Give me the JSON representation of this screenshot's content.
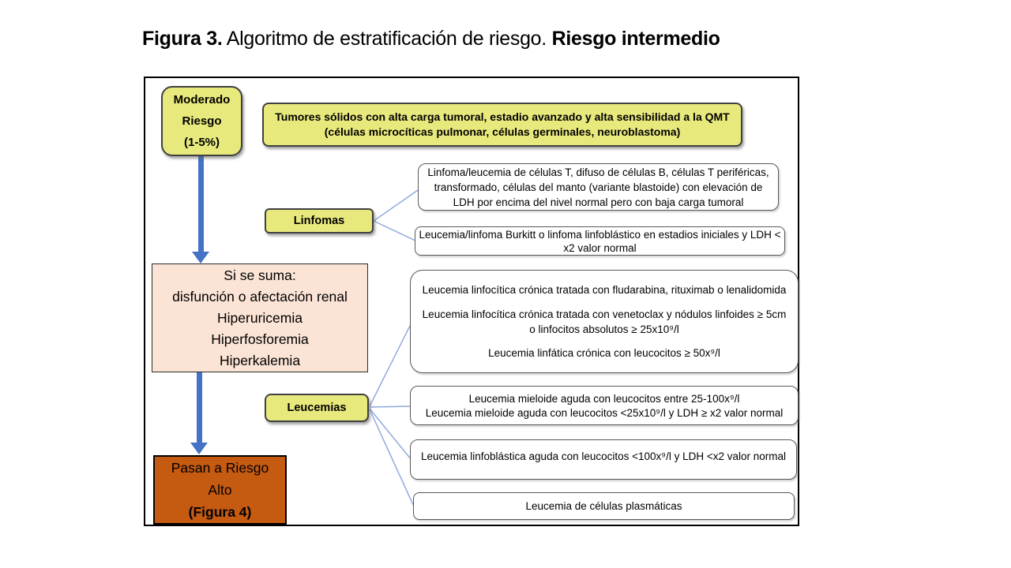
{
  "title": {
    "prefix": "Figura 3.",
    "middle": " Algoritmo de estratificación de riesgo. ",
    "suffix": "Riesgo intermedio"
  },
  "colors": {
    "node_yellow": "#e8e97c",
    "note_pink": "#fbe4d6",
    "alert_orange": "#c55a11",
    "arrow_blue": "#4472c4",
    "connector_blue": "#8faadc"
  },
  "diagram": {
    "moderado": {
      "lines": [
        "Moderado",
        "Riesgo",
        "(1-5%)"
      ]
    },
    "tumores": {
      "lines": [
        "Tumores sólidos con alta carga tumoral, estadio avanzado y alta sensibilidad a la QMT",
        "(células microcíticas pulmonar, células germinales, neuroblastoma)"
      ]
    },
    "linfomas": {
      "label": "Linfomas",
      "items": [
        "Linfoma/leucemia de células T, difuso de células B, células T periféricas, transformado, células del manto (variante blastoide) con elevación de LDH por encima del nivel normal pero con baja carga tumoral",
        "Leucemia/linfoma Burkitt o linfoma linfoblástico en estadios iniciales y LDH < x2 valor normal"
      ]
    },
    "si_se_suma": {
      "lines": [
        "Si se suma:",
        "disfunción o afectación renal",
        "Hiperuricemia",
        "Hiperfosforemia",
        "Hiperkalemia"
      ]
    },
    "leucemias": {
      "label": "Leucemias",
      "group1": [
        "Leucemia linfocítica crónica tratada con fludarabina, rituximab o lenalidomida",
        "Leucemia linfocítica crónica tratada con venetoclax y nódulos linfoides ≥ 5cm o linfocitos absolutos ≥ 25x10⁹/l",
        "Leucemia linfática crónica con leucocitos ≥ 50x⁹/l"
      ],
      "group2": [
        "Leucemia mieloide aguda con leucocitos entre 25-100x⁹/l",
        "Leucemia mieloide aguda con leucocitos <25x10⁹/l y LDH ≥ x2 valor normal"
      ],
      "item3": "Leucemia linfoblástica aguda con leucocitos <100x⁹/l y LDH <x2 valor normal",
      "item4": "Leucemia de células plasmáticas"
    },
    "pasan": {
      "lines": [
        "Pasan a Riesgo",
        "Alto"
      ],
      "bold_line": "(Figura 4)"
    }
  }
}
